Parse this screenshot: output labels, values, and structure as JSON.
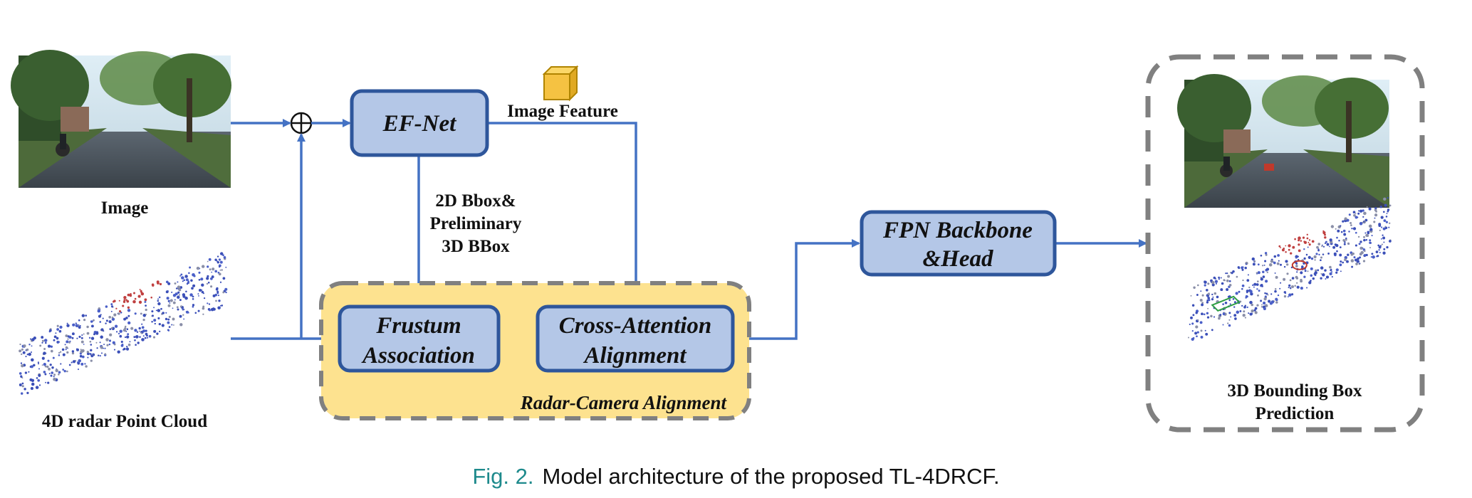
{
  "diagram": {
    "inputs": {
      "image_label": "Image",
      "radar_label": "4D radar Point Cloud"
    },
    "efnet_label": "EF-Net",
    "image_feature_label": "Image Feature",
    "bbox_note": [
      "2D Bbox&",
      "Preliminary",
      "3D BBox"
    ],
    "frustum_label": [
      "Frustum",
      "Association"
    ],
    "cross_attention_label": [
      "Cross-Attention",
      "Alignment"
    ],
    "alignment_region_label": "Radar-Camera Alignment",
    "fpn_label": [
      "FPN Backbone",
      "&Head"
    ],
    "output_label": [
      "3D Bounding Box",
      "Prediction"
    ]
  },
  "caption": {
    "figure_number": "Fig. 2.",
    "text": "Model architecture of the proposed TL-4DRCF."
  },
  "colors": {
    "arrow": "#4472c4",
    "box_fill": "#b4c7e7",
    "box_stroke": "#2e569b",
    "region_fill": "#fde28f",
    "dash_stroke": "#808080",
    "cube_fill": "#f5c242",
    "caption_figure": "#1e8a8c"
  },
  "icons": [
    "sum-icon",
    "feature-cube-icon",
    "street-photo",
    "point-cloud"
  ]
}
